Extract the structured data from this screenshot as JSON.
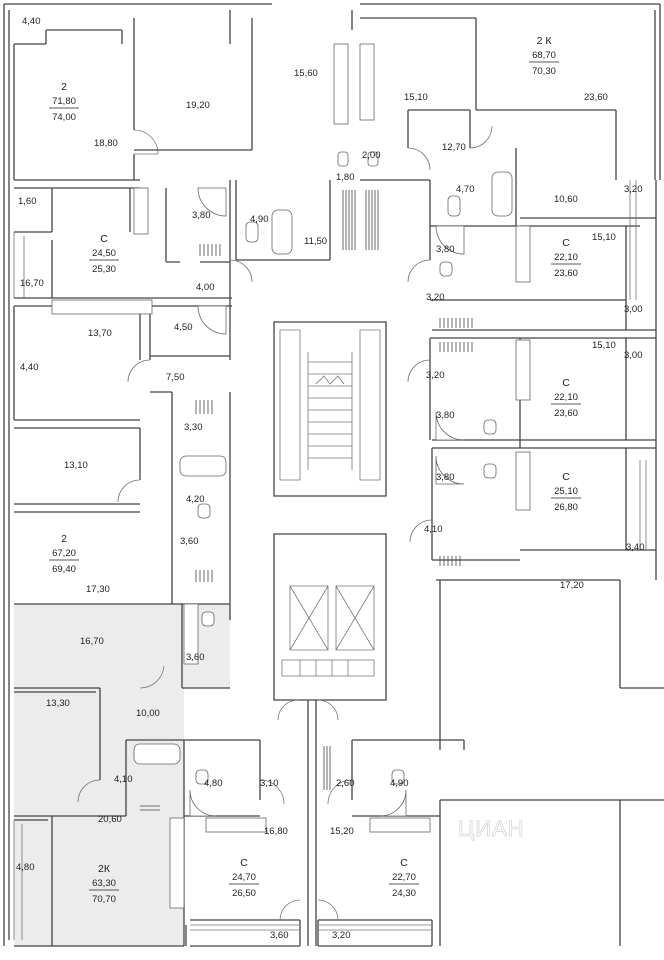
{
  "watermark": "ЦИАН",
  "apartments": [
    {
      "id": "a1",
      "type": "2",
      "area_living": "71,80",
      "area_total": "74,00"
    },
    {
      "id": "a2",
      "type": "2 К",
      "area_living": "68,70",
      "area_total": "70,30"
    },
    {
      "id": "a3",
      "type": "С",
      "area_living": "24,50",
      "area_total": "25,30"
    },
    {
      "id": "a4",
      "type": "С",
      "area_living": "22,10",
      "area_total": "23,60"
    },
    {
      "id": "a5",
      "type": "С",
      "area_living": "22,10",
      "area_total": "23,60"
    },
    {
      "id": "a6",
      "type": "С",
      "area_living": "25,10",
      "area_total": "26,80"
    },
    {
      "id": "a7",
      "type": "2",
      "area_living": "67,20",
      "area_total": "69,40"
    },
    {
      "id": "a8",
      "type": "2К",
      "area_living": "63,30",
      "area_total": "70,70"
    },
    {
      "id": "a9",
      "type": "С",
      "area_living": "24,70",
      "area_total": "26,50"
    },
    {
      "id": "a10",
      "type": "С",
      "area_living": "22,70",
      "area_total": "24,30"
    }
  ],
  "rooms": [
    "4,40",
    "18,80",
    "19,20",
    "15,60",
    "15,10",
    "23,60",
    "12,70",
    "2,00",
    "1,80",
    "4,70",
    "10,60",
    "3,20",
    "1,60",
    "3,80",
    "4,90",
    "11,50",
    "3,80",
    "15,10",
    "16,70",
    "4,00",
    "3,20",
    "3,00",
    "13,70",
    "4,50",
    "7,50",
    "15,10",
    "3,00",
    "4,40",
    "3,20",
    "3,80",
    "3,30",
    "13,10",
    "3,80",
    "4,20",
    "4,10",
    "3,40",
    "3,60",
    "17,30",
    "17,20",
    "16,70",
    "3,60",
    "13,30",
    "10,00",
    "4,80",
    "3,10",
    "2,60",
    "4,90",
    "4,10",
    "20,60",
    "16,80",
    "15,20",
    "4,80",
    "3,60",
    "3,20"
  ]
}
